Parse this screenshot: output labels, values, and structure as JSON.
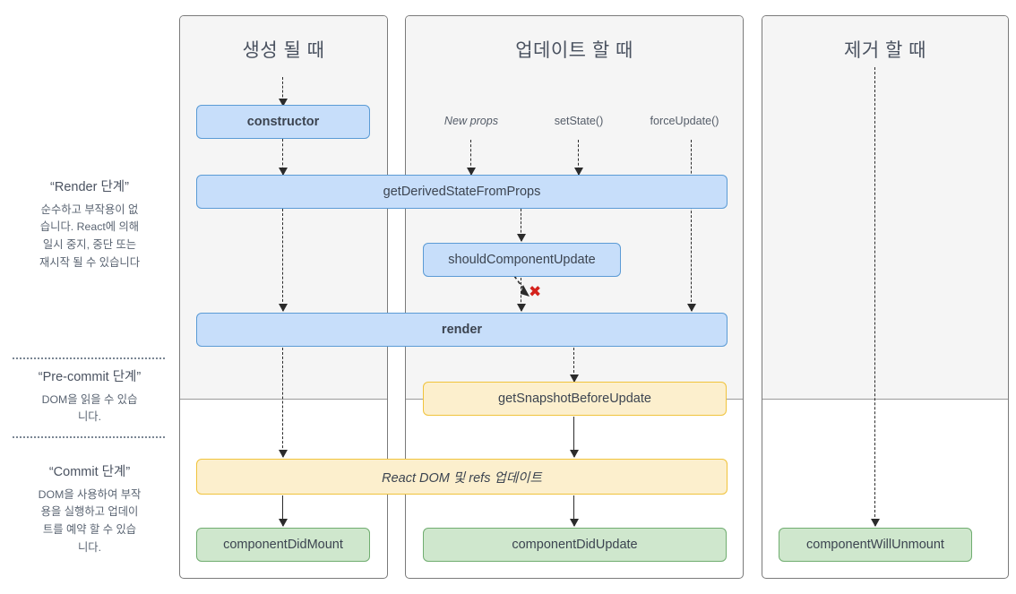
{
  "legend": [
    {
      "title": "“Render 단계”",
      "lines": [
        "순수하고 부작용이 없",
        "습니다. React에 의해",
        "일시 중지, 중단 또는",
        "재시작 될 수 있습니다"
      ]
    },
    {
      "title": "“Pre-commit 단계”",
      "lines": [
        "DOM을 읽을 수 있습",
        "니다."
      ]
    },
    {
      "title": "“Commit 단계”",
      "lines": [
        "DOM을 사용하여 부작",
        "용을 실행하고 업데이",
        "트를 예약 할 수 있습",
        "니다."
      ]
    }
  ],
  "panels": {
    "mounting": {
      "title": "생성 될 때"
    },
    "updating": {
      "title": "업데이트 할 때"
    },
    "unmounting": {
      "title": "제거 할 때"
    }
  },
  "triggers": {
    "new_props": "New props",
    "set_state": "setState()",
    "force_update": "forceUpdate()"
  },
  "boxes": {
    "constructor": "constructor",
    "get_derived_state_from_props": "getDerivedStateFromProps",
    "should_component_update": "shouldComponentUpdate",
    "render": "render",
    "get_snapshot_before_update": "getSnapshotBeforeUpdate",
    "react_dom_refs": "React DOM 및 refs 업데이트",
    "component_did_mount": "componentDidMount",
    "component_did_update": "componentDidUpdate",
    "component_will_unmount": "componentWillUnmount"
  },
  "markers": {
    "skip_x": "✖"
  },
  "colors": {
    "blue_fill": "#c7defa",
    "blue_border": "#5b9bd5",
    "yellow_fill": "#fcefcd",
    "yellow_border": "#f0c33c",
    "green_fill": "#cfe7cd",
    "green_border": "#70ad70",
    "panel_shade": "#f5f5f5",
    "panel_border": "#7a7a7a",
    "x_red": "#d4221c",
    "text": "#3c4450"
  }
}
